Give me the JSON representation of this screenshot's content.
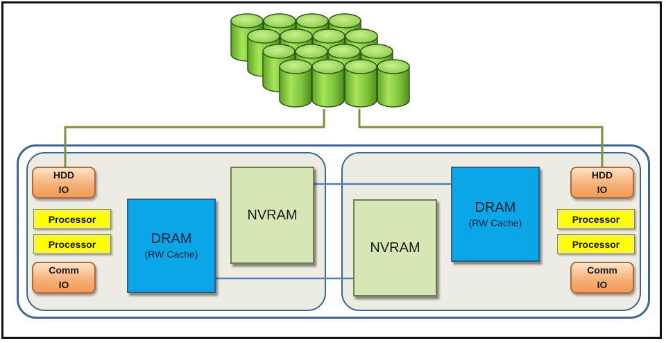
{
  "storage": {
    "icon": "disk-cylinder-array-icon",
    "color": "#8fd63c"
  },
  "left_node": {
    "hdd_io": {
      "line1": "HDD",
      "line2": "IO"
    },
    "processors": [
      "Processor",
      "Processor"
    ],
    "comm_io": {
      "line1": "Comm",
      "line2": "IO"
    },
    "dram": {
      "title": "DRAM",
      "subtitle": "(RW Cache)"
    },
    "nvram": {
      "title": "NVRAM"
    }
  },
  "right_node": {
    "hdd_io": {
      "line1": "HDD",
      "line2": "IO"
    },
    "processors": [
      "Processor",
      "Processor"
    ],
    "comm_io": {
      "line1": "Comm",
      "line2": "IO"
    },
    "dram": {
      "title": "DRAM",
      "subtitle": "(RW Cache)"
    },
    "nvram": {
      "title": "NVRAM"
    }
  },
  "colors": {
    "node_border": "#3e6491",
    "storage_link": "#77933c",
    "mirror_link": "#4f81bd",
    "dram": "#0aa6e8",
    "nvram": "#d6e6b4",
    "processor": "#ffff00",
    "io": "#f7b27a"
  }
}
